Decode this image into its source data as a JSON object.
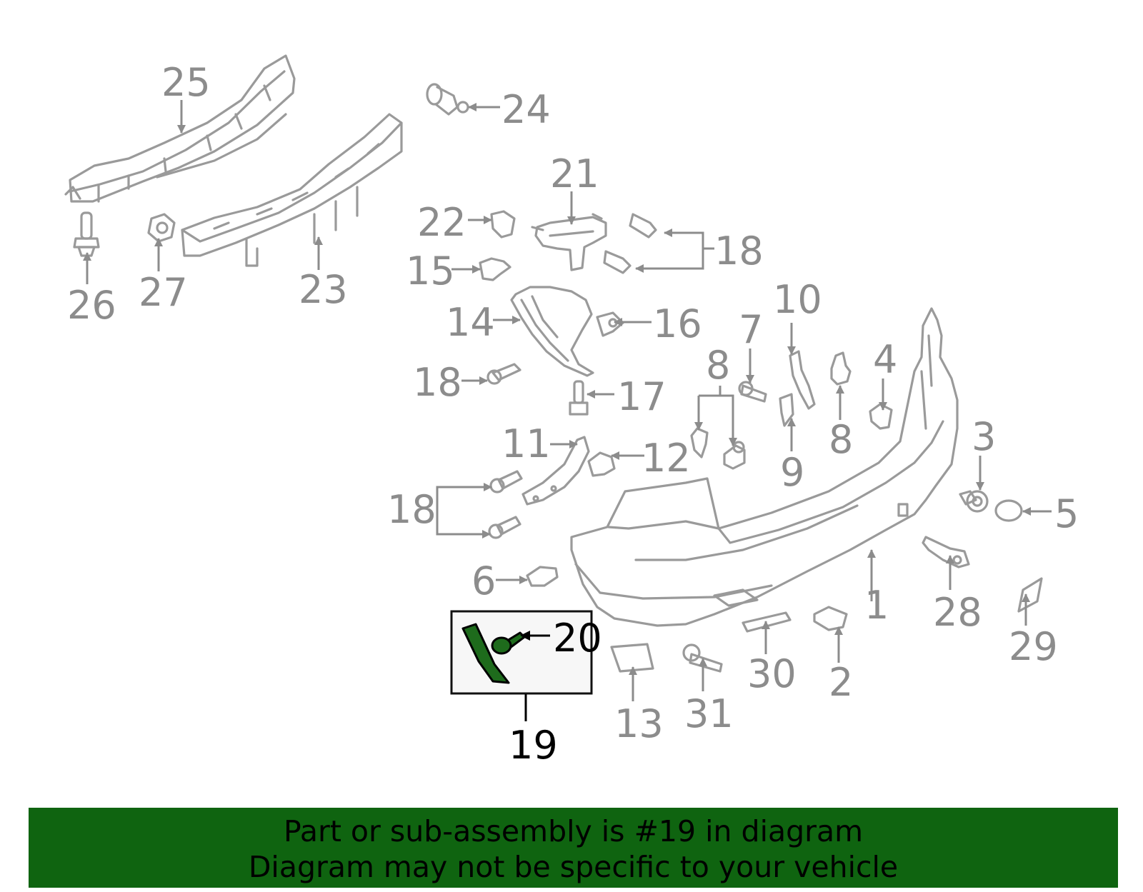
{
  "colors": {
    "line": "#9a9a9a",
    "label": "#8c8c8c",
    "highlight": "#1e6b1c",
    "highlight_box": "#f7f7f7",
    "banner": "#0f6410"
  },
  "labels": [
    {
      "id": "p1",
      "text": "1"
    },
    {
      "id": "p2",
      "text": "2"
    },
    {
      "id": "p3",
      "text": "3"
    },
    {
      "id": "p4",
      "text": "4"
    },
    {
      "id": "p5",
      "text": "5"
    },
    {
      "id": "p6",
      "text": "6"
    },
    {
      "id": "p7",
      "text": "7"
    },
    {
      "id": "p8a",
      "text": "8"
    },
    {
      "id": "p8b",
      "text": "8"
    },
    {
      "id": "p9",
      "text": "9"
    },
    {
      "id": "p10",
      "text": "10"
    },
    {
      "id": "p11",
      "text": "11"
    },
    {
      "id": "p12",
      "text": "12"
    },
    {
      "id": "p13",
      "text": "13"
    },
    {
      "id": "p14",
      "text": "14"
    },
    {
      "id": "p15",
      "text": "15"
    },
    {
      "id": "p16",
      "text": "16"
    },
    {
      "id": "p17",
      "text": "17"
    },
    {
      "id": "p18a",
      "text": "18"
    },
    {
      "id": "p18b",
      "text": "18"
    },
    {
      "id": "p18c",
      "text": "18"
    },
    {
      "id": "p19",
      "text": "19"
    },
    {
      "id": "p20",
      "text": "20"
    },
    {
      "id": "p21",
      "text": "21"
    },
    {
      "id": "p22",
      "text": "22"
    },
    {
      "id": "p23",
      "text": "23"
    },
    {
      "id": "p24",
      "text": "24"
    },
    {
      "id": "p25",
      "text": "25"
    },
    {
      "id": "p26",
      "text": "26"
    },
    {
      "id": "p27",
      "text": "27"
    },
    {
      "id": "p28",
      "text": "28"
    },
    {
      "id": "p29",
      "text": "29"
    },
    {
      "id": "p30",
      "text": "30"
    },
    {
      "id": "p31",
      "text": "31"
    }
  ],
  "banner": {
    "line1": "Part or sub-assembly is #19 in diagram",
    "line2": "Diagram may not be specific to your vehicle"
  }
}
